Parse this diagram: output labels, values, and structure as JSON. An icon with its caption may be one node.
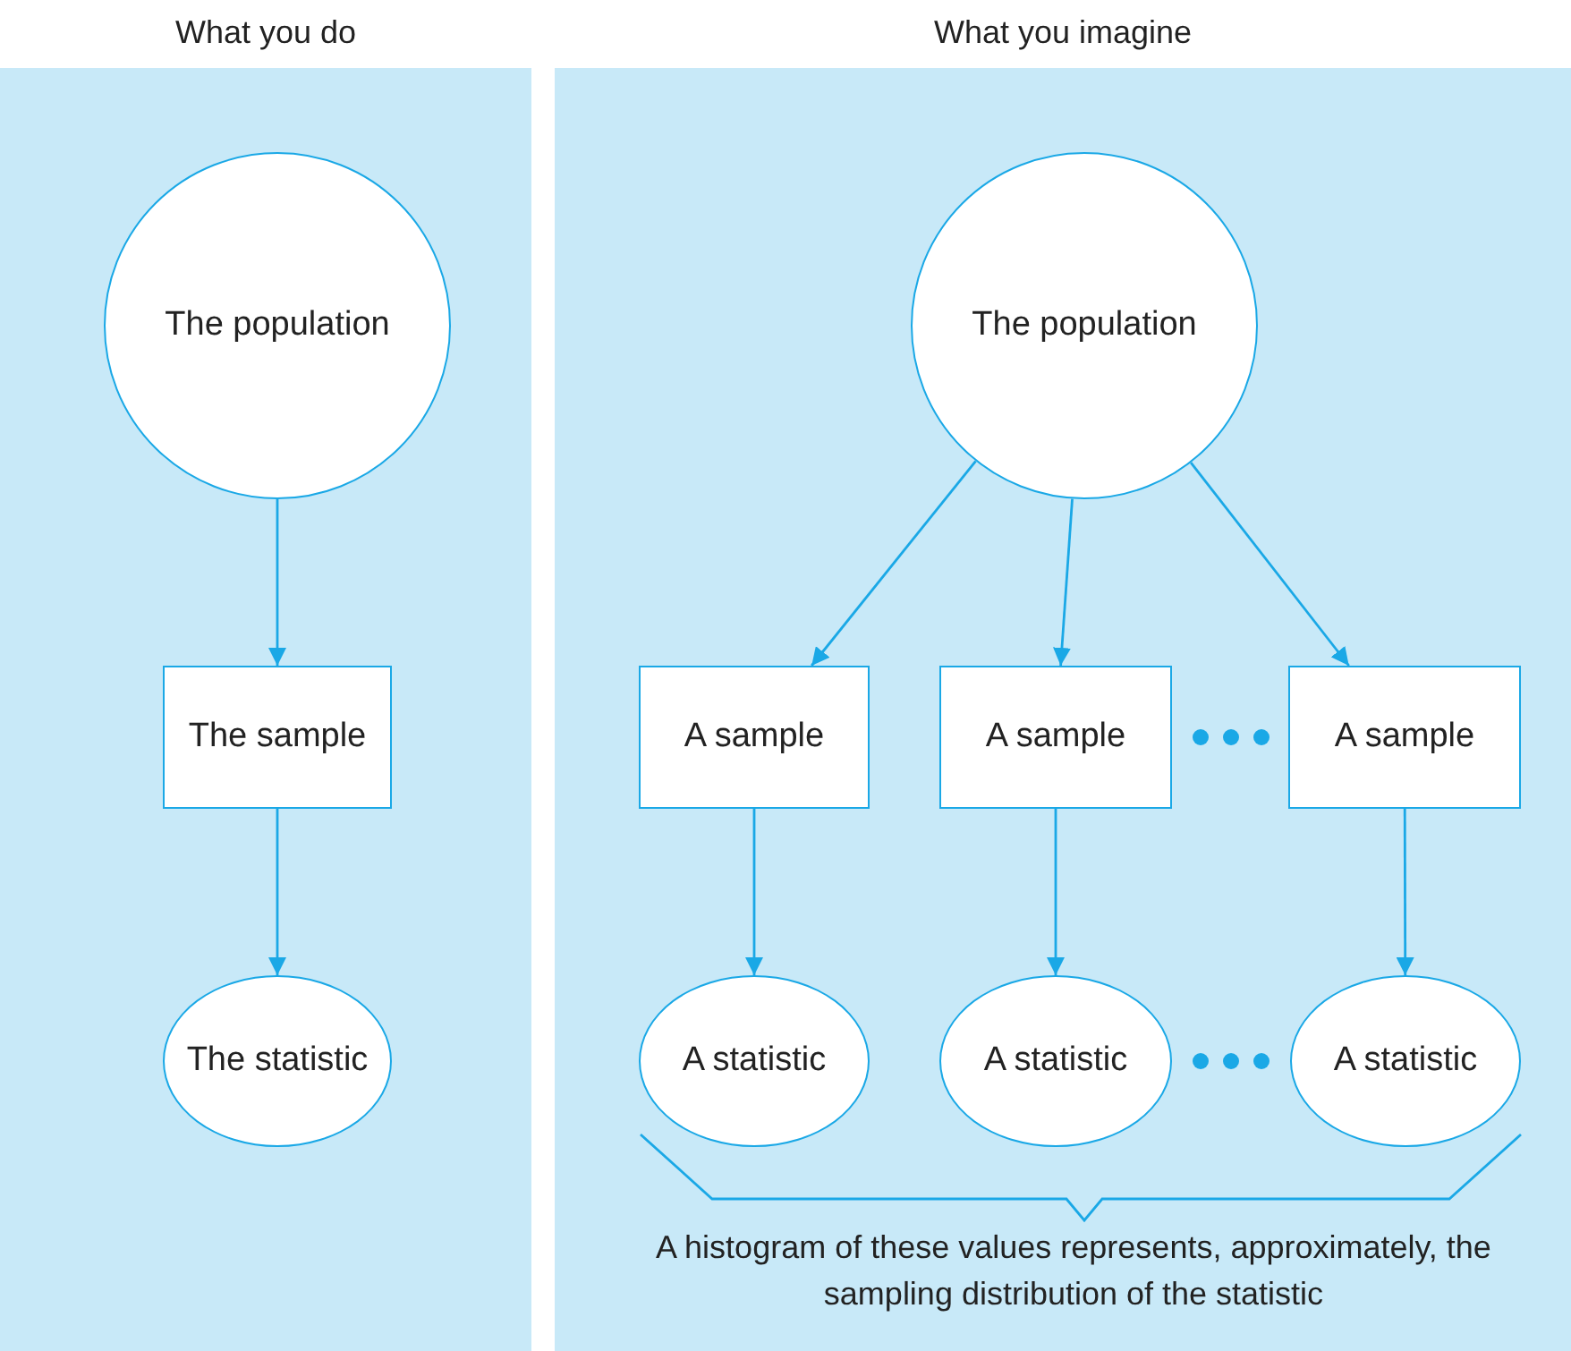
{
  "diagram": {
    "nodes": [
      {
        "text": [
          "What you do"
        ]
      },
      {
        "text": [
          "The population"
        ],
        "in": 0
      },
      {
        "text": [
          "The sample"
        ],
        "in": 0
      },
      {
        "text": [
          "The statistic"
        ],
        "in": 0
      },
      {
        "text": [
          "What you imagine"
        ]
      },
      {
        "text": [
          "The population"
        ],
        "in": 4
      },
      {
        "text": [
          "A sample"
        ],
        "in": 4
      },
      {
        "text": [
          "A sample"
        ],
        "in": 4
      },
      {
        "text": [
          "A sample"
        ],
        "in": 4
      },
      {
        "text": [
          "A statistic"
        ],
        "in": 4
      },
      {
        "text": [
          "A statistic"
        ],
        "in": 4
      },
      {
        "text": [
          "A statistic"
        ],
        "in": 4
      }
    ],
    "edges": [
      {
        "from": 1,
        "to": 2,
        "arrow": "to"
      },
      {
        "from": 2,
        "to": 3,
        "arrow": "to"
      },
      {
        "from": 5,
        "to": 6,
        "arrow": "to"
      },
      {
        "from": 5,
        "to": 7,
        "arrow": "to"
      },
      {
        "from": 5,
        "to": 8,
        "arrow": "to"
      },
      {
        "from": 6,
        "to": 9,
        "arrow": "to"
      },
      {
        "from": 7,
        "to": 10,
        "arrow": "to"
      },
      {
        "from": 8,
        "to": 11,
        "arrow": "to"
      }
    ],
    "labels": [
      "A histogram of these values represents, approximately, the sampling distribution of the statistic"
    ]
  }
}
